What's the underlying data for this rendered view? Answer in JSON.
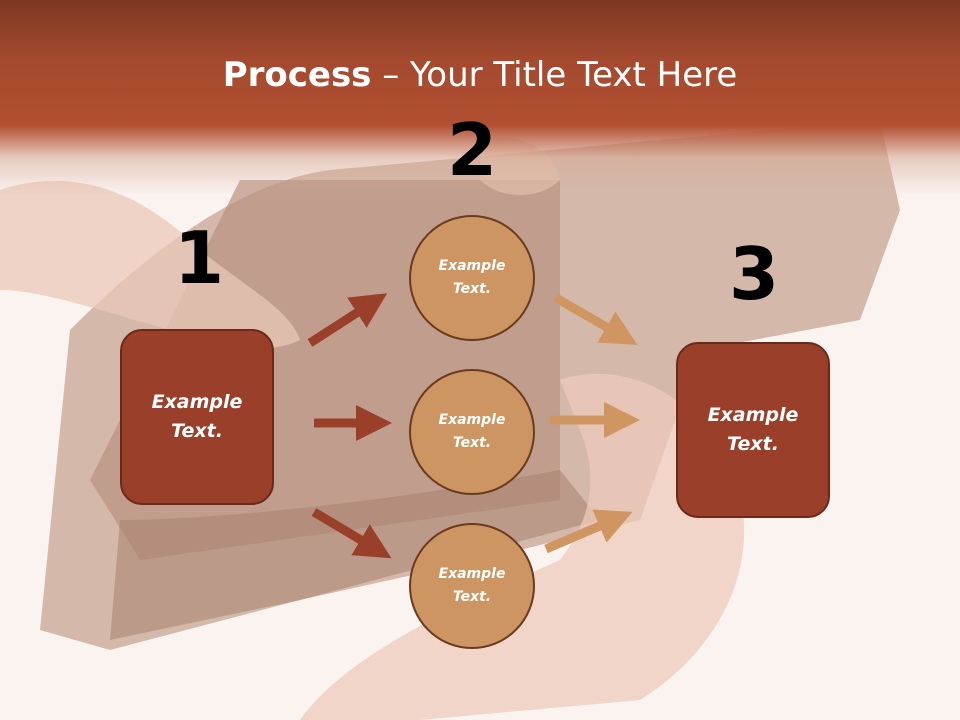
{
  "title": {
    "bold": "Process",
    "rest": " – Your Title Text Here"
  },
  "steps": [
    {
      "number": "1",
      "text": "Example\nText."
    },
    {
      "number": "2",
      "circles": [
        "Example\nText.",
        "Example\nText.",
        "Example\nText."
      ]
    },
    {
      "number": "3",
      "text": "Example\nText."
    }
  ],
  "colors": {
    "banner": "#a44a2f",
    "box_fill": "#9a3f2a",
    "circle_fill": "#cc9561",
    "arrow_left": "#9a3f2a",
    "arrow_right": "#cf9662"
  }
}
